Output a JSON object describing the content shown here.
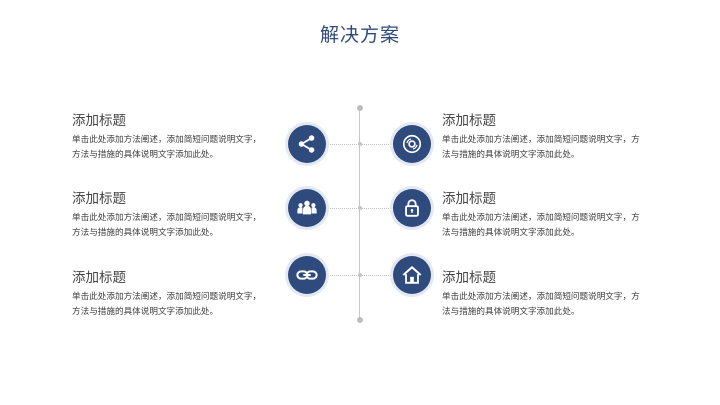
{
  "title": "解决方案",
  "items": [
    {
      "heading": "添加标题",
      "body": "单击此处添加方法阐述，添加简短问题说明文字，\n方法与措施的具体说明文字添加此处。",
      "icon": "share-icon"
    },
    {
      "heading": "添加标题",
      "body": "单击此处添加方法阐述，添加简短问题说明文字，方\n法与措施的具体说明文字添加此处。",
      "icon": "disc-icon"
    },
    {
      "heading": "添加标题",
      "body": "单击此处添加方法阐述，添加简短问题说明文字，\n方法与措施的具体说明文字添加此处。",
      "icon": "group-icon"
    },
    {
      "heading": "添加标题",
      "body": "单击此处添加方法阐述，添加简短问题说明文字，方\n法与措施的具体说明文字添加此处。",
      "icon": "lock-icon"
    },
    {
      "heading": "添加标题",
      "body": "单击此处添加方法阐述，添加简短问题说明文字，\n方法与措施的具体说明文字添加此处。",
      "icon": "link-icon"
    },
    {
      "heading": "添加标题",
      "body": "单击此处添加方法阐述，添加简短问题说明文字，方\n法与措施的具体说明文字添加此处。",
      "icon": "home-icon"
    }
  ],
  "colors": {
    "accent": "#2f4a7c",
    "line": "#c7c7c7"
  }
}
